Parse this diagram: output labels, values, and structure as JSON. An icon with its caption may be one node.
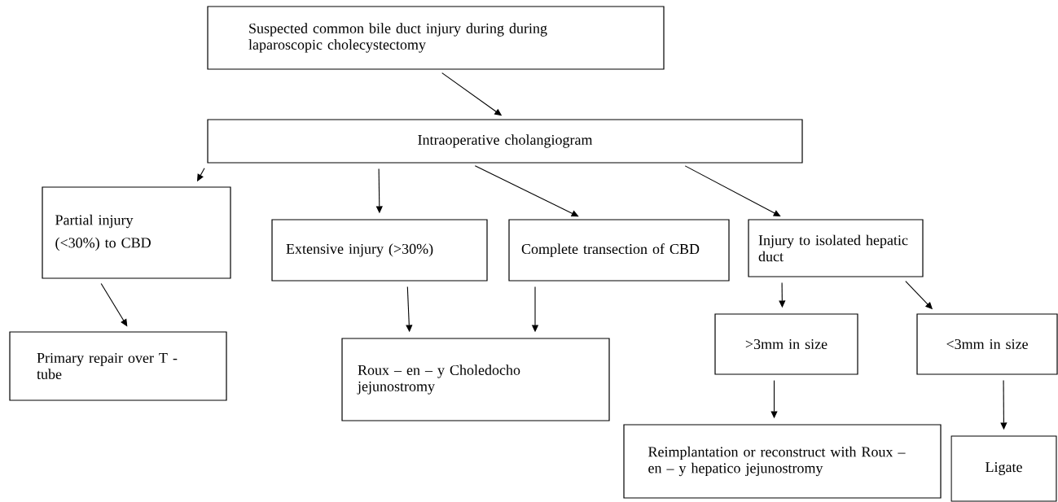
{
  "diagram": {
    "nodes": [
      {
        "text": [
          "Suspected common bile duct injury during during laparoscopic cholecystectomy"
        ]
      },
      {
        "text": [
          "Intraoperative cholangiogram"
        ]
      },
      {
        "text": [
          "Partial injury",
          "(<30%) to CBD"
        ]
      },
      {
        "text": [
          "Extensive injury (>30%)"
        ]
      },
      {
        "text": [
          "Complete transection of CBD"
        ]
      },
      {
        "text": [
          "Injury to isolated hepatic duct"
        ]
      },
      {
        "text": [
          "Primary repair over T - tube"
        ]
      },
      {
        "text": [
          "Roux – en – y Choledocho jejunostromy"
        ]
      },
      {
        "text": [
          ">3mm in size"
        ]
      },
      {
        "text": [
          "<3mm in size"
        ]
      },
      {
        "text": [
          "Reimplantation or reconstruct with Roux – en – y hepatico jejunostromy"
        ]
      },
      {
        "text": [
          "Ligate"
        ]
      }
    ],
    "edges": [
      {
        "from": 0,
        "to": 1,
        "arrow": "to"
      },
      {
        "from": 1,
        "to": 2,
        "arrow": "to"
      },
      {
        "from": 1,
        "to": 3,
        "arrow": "to"
      },
      {
        "from": 1,
        "to": 4,
        "arrow": "to"
      },
      {
        "from": 1,
        "to": 5,
        "arrow": "to"
      },
      {
        "from": 2,
        "to": 6,
        "arrow": "to"
      },
      {
        "from": 3,
        "to": 7,
        "arrow": "to"
      },
      {
        "from": 4,
        "to": 7,
        "arrow": "to"
      },
      {
        "from": 5,
        "to": 8,
        "arrow": "to"
      },
      {
        "from": 5,
        "to": 9,
        "arrow": "to"
      },
      {
        "from": 8,
        "to": 10,
        "arrow": "to"
      },
      {
        "from": 9,
        "to": 11,
        "arrow": "to"
      }
    ]
  }
}
